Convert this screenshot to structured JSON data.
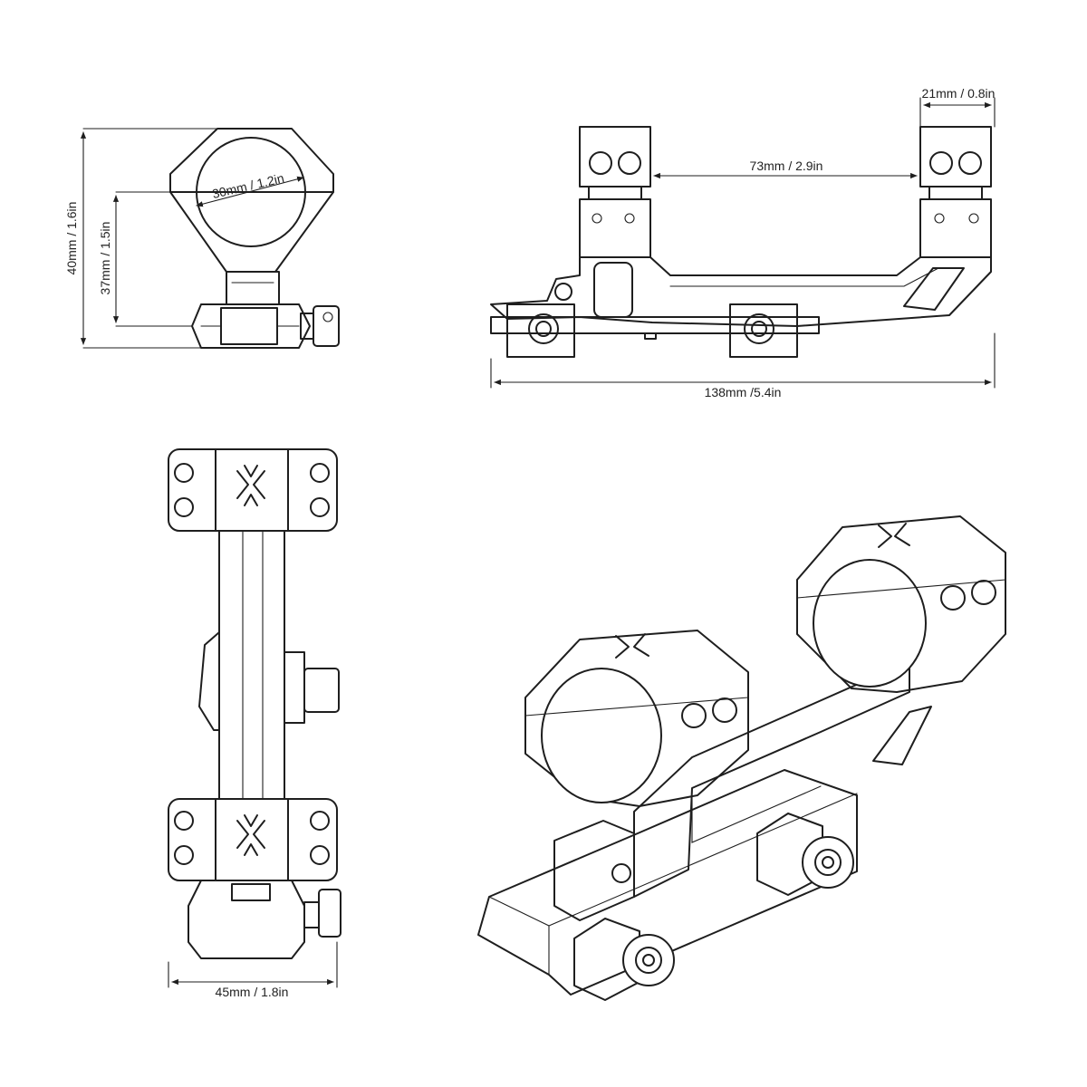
{
  "dimensions": {
    "front_height_total": "40mm / 1.6in",
    "front_height_center": "37mm / 1.5in",
    "ring_diameter": "30mm / 1.2in",
    "ring_width": "21mm / 0.8in",
    "ring_spacing": "73mm / 2.9in",
    "overall_length": "138mm /5.4in",
    "base_width": "45mm / 1.8in"
  },
  "colors": {
    "line": "#1e1e1e",
    "background": "#ffffff"
  }
}
